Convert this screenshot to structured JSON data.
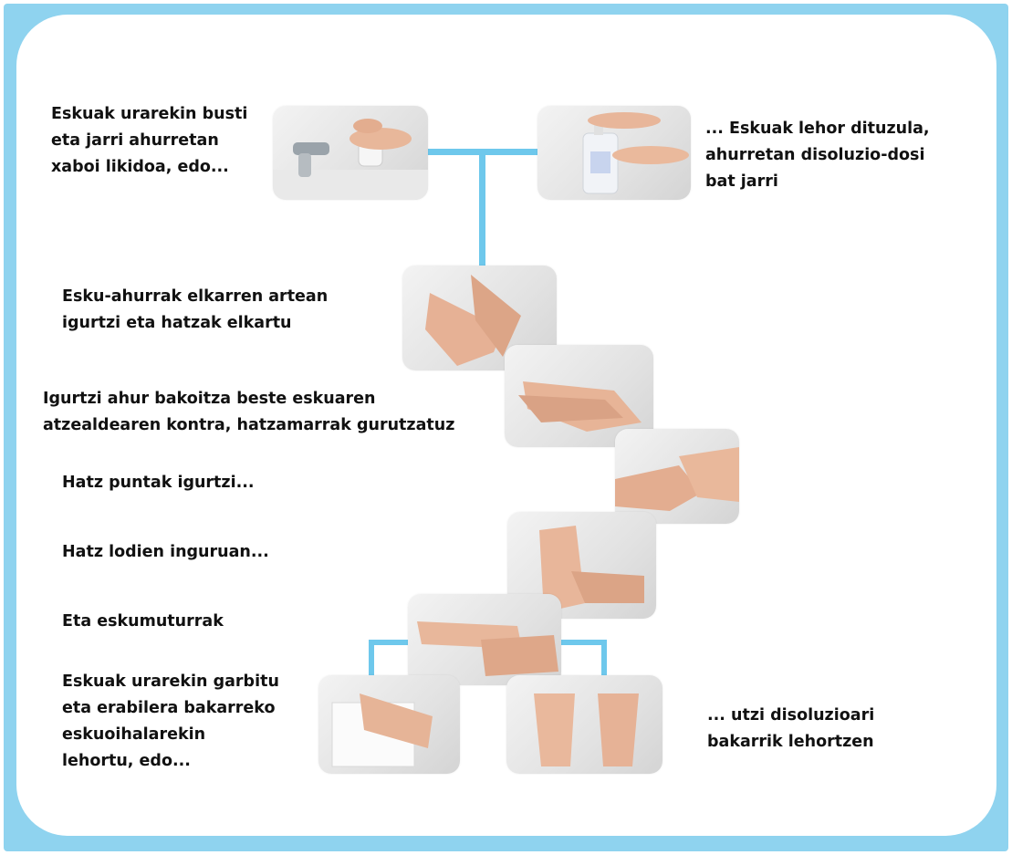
{
  "steps": {
    "step1_label": [
      "Eskuak urarekin busti",
      "eta jarri ahurretan",
      "xaboi likidoa, edo..."
    ],
    "step1_alt_label": [
      "... Eskuak lehor dituzula,",
      "ahurretan disoluzio-dosi",
      "bat jarri"
    ],
    "step2_label": [
      "Esku-ahurrak elkarren artean",
      "igurtzi eta hatzak elkartu"
    ],
    "step3_label": [
      "Igurtzi ahur bakoitza beste eskuaren",
      "atzealdearen kontra, hatzamarrak gurutzatuz"
    ],
    "step4_label": "Hatz puntak igurtzi...",
    "step5_label": "Hatz lodien inguruan...",
    "step6_label": "Eta eskumuturrak",
    "step7_label": [
      "Eskuak urarekin garbitu",
      "eta erabilera bakarreko",
      "eskuoihalarekin",
      "lehortu, edo..."
    ],
    "step7_alt_label": [
      "... utzi disoluzioari",
      "bakarrik lehortzen"
    ]
  },
  "photos": [
    {
      "name": "soap-dispenser-photo",
      "depicts": "hand pressing liquid soap pump at sink faucet"
    },
    {
      "name": "sanitizer-bottle-photo",
      "depicts": "hand pressing sanitizer bottle pump"
    },
    {
      "name": "palm-to-palm-photo",
      "depicts": "palms rubbing together"
    },
    {
      "name": "back-of-hand-photo",
      "depicts": "palm over back of other hand with interlaced fingers"
    },
    {
      "name": "fingertips-photo",
      "depicts": "fingertips rubbing"
    },
    {
      "name": "thumbs-photo",
      "depicts": "rubbing around the thumb"
    },
    {
      "name": "wrists-photo",
      "depicts": "rubbing the wrists"
    },
    {
      "name": "paper-towel-photo",
      "depicts": "drying hands with paper towel"
    },
    {
      "name": "air-dry-photo",
      "depicts": "two open hands drying in air"
    }
  ],
  "colors": {
    "frame": "#8fd3ef",
    "connector": "#6ec8ec",
    "text": "#111111"
  }
}
